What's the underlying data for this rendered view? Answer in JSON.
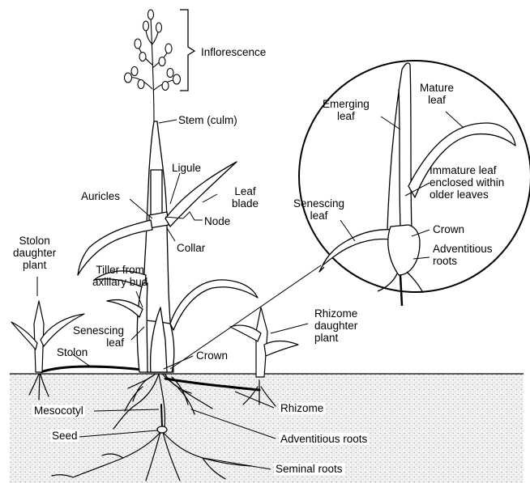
{
  "labels": {
    "inflorescence": "Inflorescence",
    "stem_culm": "Stem (culm)",
    "ligule": "Ligule",
    "auricles": "Auricles",
    "leaf_blade": "Leaf\nblade",
    "node": "Node",
    "collar": "Collar",
    "stolon_daughter_plant": "Stolon\ndaughter\nplant",
    "tiller_from_axillary_bud": "Tiller from\naxillary bud",
    "senescing_leaf": "Senescing\nleaf",
    "stolon": "Stolon",
    "crown": "Crown",
    "rhizome_daughter_plant": "Rhizome\ndaughter\nplant",
    "rhizome": "Rhizome",
    "mesocotyl": "Mesocotyl",
    "seed": "Seed",
    "adventitious_roots": "Adventitious roots",
    "seminal_roots": "Seminal roots"
  },
  "inset": {
    "emerging_leaf": "Emerging\nleaf",
    "mature_leaf": "Mature\nleaf",
    "immature_leaf": "Immature leaf\nenclosed within\nolder leaves",
    "senescing_leaf": "Senescing\nleaf",
    "crown": "Crown",
    "adventitious_roots": "Adventitious\nroots"
  }
}
